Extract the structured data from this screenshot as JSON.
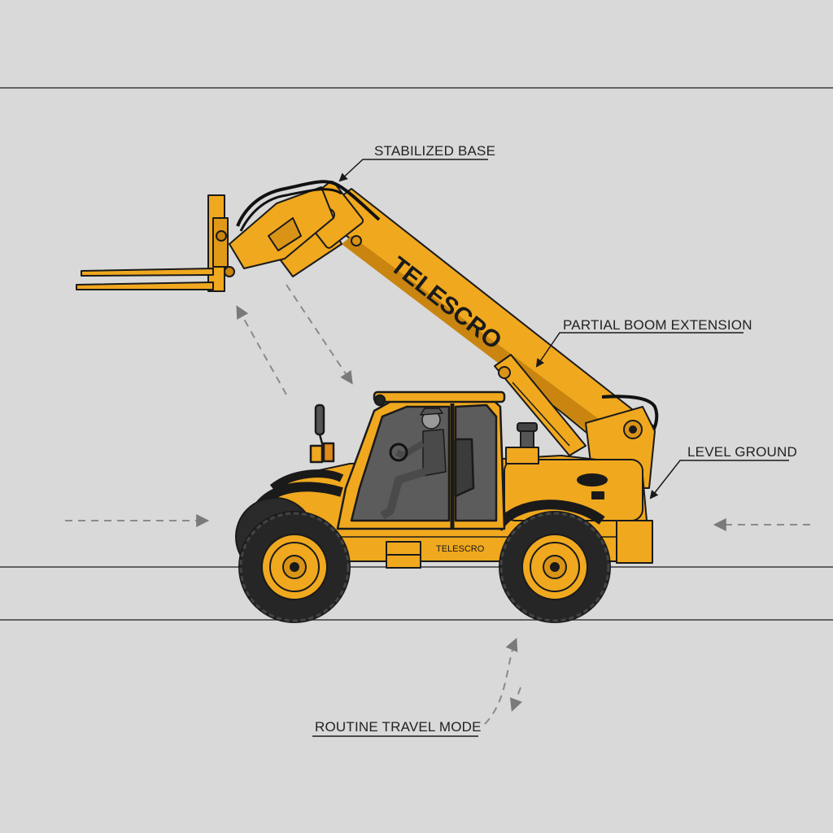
{
  "diagram": {
    "callouts": {
      "stabilized_base": "STABILIZED BASE",
      "partial_boom_extension": "PARTIAL BOOM EXTENSION",
      "level_ground": "LEVEL GROUND",
      "routine_travel_mode": "ROUTINE TRAVEL MODE"
    },
    "boom_brand": "TELESCRO",
    "body_brand": "TELESCRO",
    "colors": {
      "background": "#d9d9d9",
      "machine_yellow": "#f0a81e",
      "machine_shadow": "#c98510",
      "outline": "#1a1a1a",
      "tire": "#262626",
      "cab_glass": "#5c5c5c",
      "arrow_gray": "#8a8a8a"
    }
  }
}
